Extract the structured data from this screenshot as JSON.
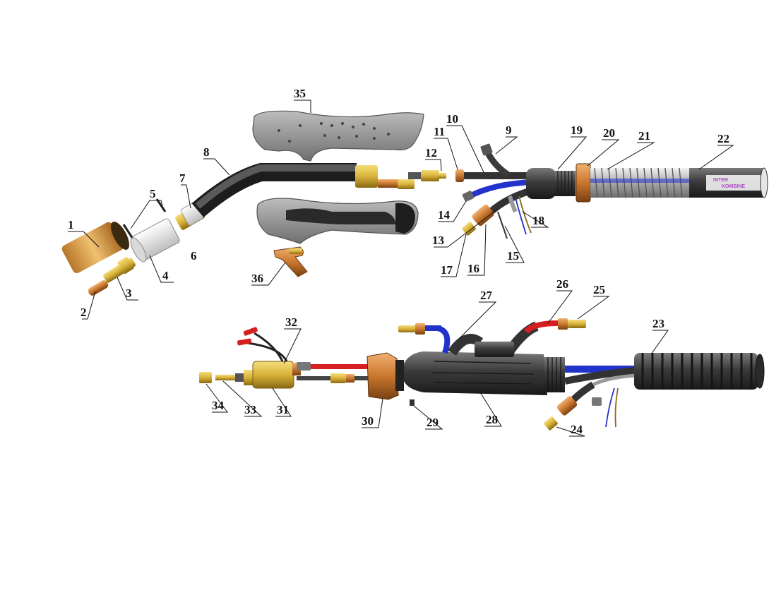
{
  "diagram": {
    "callouts": [
      {
        "id": "part-1",
        "label": "1"
      },
      {
        "id": "part-2",
        "label": "2"
      },
      {
        "id": "part-3",
        "label": "3"
      },
      {
        "id": "part-4",
        "label": "4"
      },
      {
        "id": "part-5",
        "label": "5"
      },
      {
        "id": "part-6",
        "label": "6"
      },
      {
        "id": "part-7",
        "label": "7"
      },
      {
        "id": "part-8",
        "label": "8"
      },
      {
        "id": "part-9",
        "label": "9"
      },
      {
        "id": "part-10",
        "label": "10"
      },
      {
        "id": "part-11",
        "label": "11"
      },
      {
        "id": "part-12",
        "label": "12"
      },
      {
        "id": "part-13",
        "label": "13"
      },
      {
        "id": "part-14",
        "label": "14"
      },
      {
        "id": "part-15",
        "label": "15"
      },
      {
        "id": "part-16",
        "label": "16"
      },
      {
        "id": "part-17",
        "label": "17"
      },
      {
        "id": "part-18",
        "label": "18"
      },
      {
        "id": "part-19",
        "label": "19"
      },
      {
        "id": "part-20",
        "label": "20"
      },
      {
        "id": "part-21",
        "label": "21"
      },
      {
        "id": "part-22",
        "label": "22"
      },
      {
        "id": "part-23",
        "label": "23"
      },
      {
        "id": "part-24",
        "label": "24"
      },
      {
        "id": "part-25",
        "label": "25"
      },
      {
        "id": "part-26",
        "label": "26"
      },
      {
        "id": "part-27",
        "label": "27"
      },
      {
        "id": "part-28",
        "label": "28"
      },
      {
        "id": "part-29",
        "label": "29"
      },
      {
        "id": "part-30",
        "label": "30"
      },
      {
        "id": "part-31",
        "label": "31"
      },
      {
        "id": "part-32",
        "label": "32"
      },
      {
        "id": "part-33",
        "label": "33"
      },
      {
        "id": "part-34",
        "label": "34"
      },
      {
        "id": "part-35",
        "label": "35"
      },
      {
        "id": "part-36",
        "label": "36"
      }
    ],
    "logo_lines": [
      "INTER",
      "KOMBINE"
    ],
    "colors": {
      "brass": "#d9b23a",
      "copper": "#c9772e",
      "hose_dark": "#3b3b3b",
      "handle_grey": "#8f8f8f",
      "red_hose": "#d61f1f",
      "blue_hose": "#2233cc",
      "text": "#111111"
    }
  }
}
